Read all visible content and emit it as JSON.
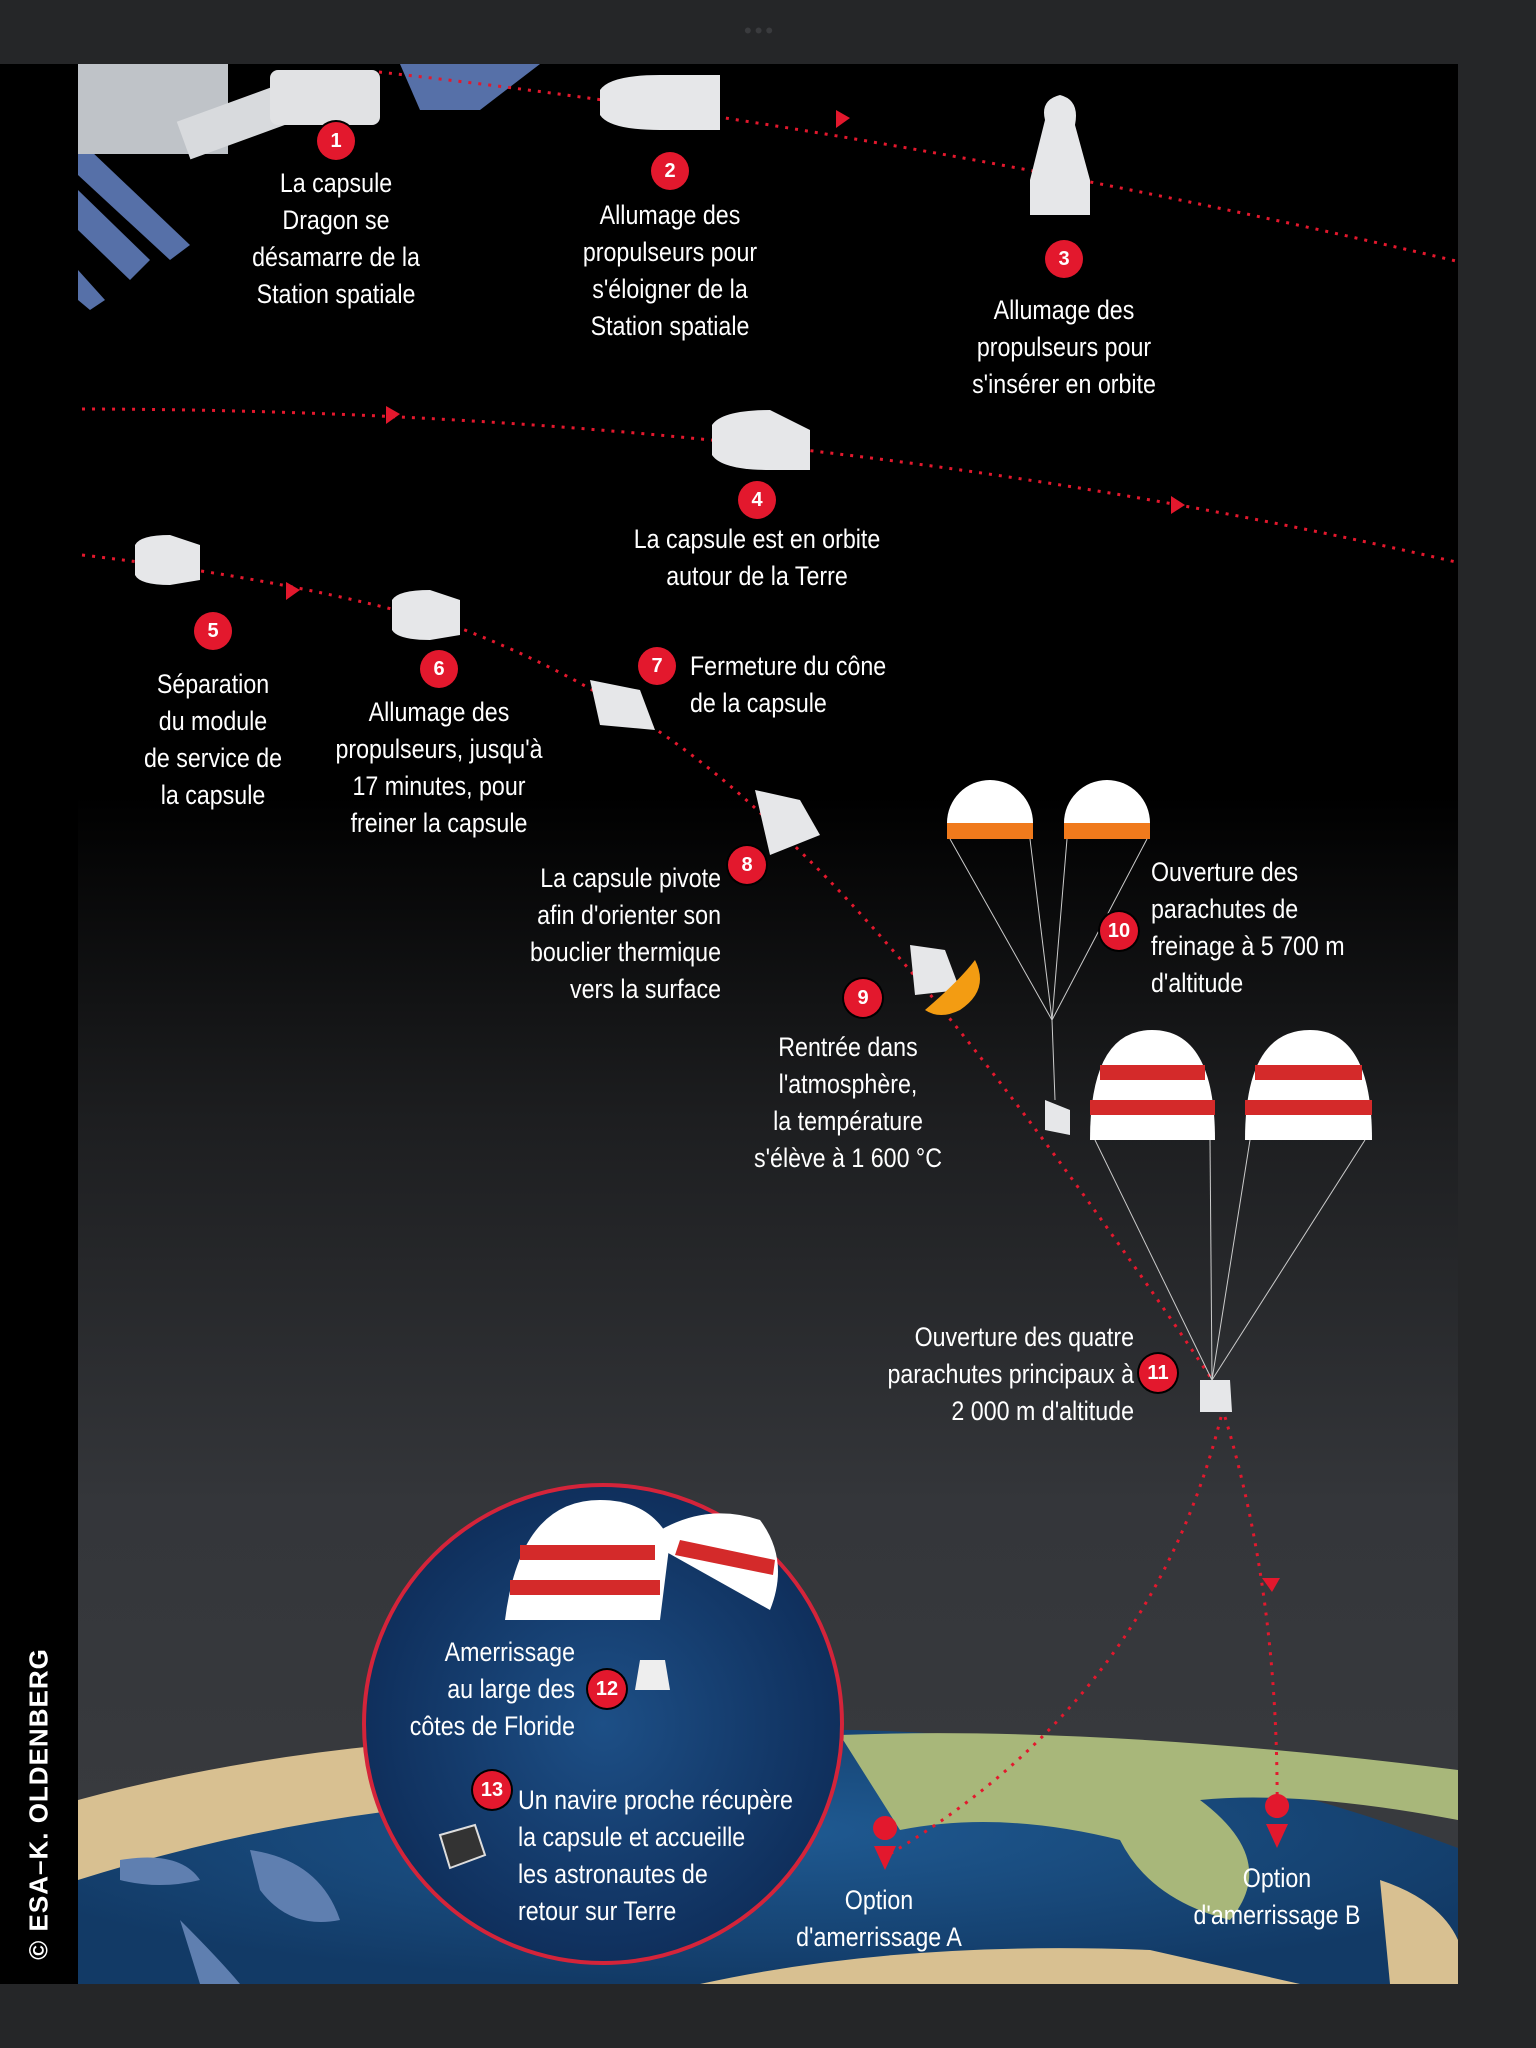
{
  "credit": "© ESA–K. OLDENBERG",
  "colors": {
    "accent": "#e3182d",
    "ocean": "#1d4f82",
    "land": "#a8b77a",
    "sand": "#d8c091"
  },
  "steps": [
    {
      "n": "1",
      "text": "La capsule\nDragon se\ndésamarre de la\nStation spatiale"
    },
    {
      "n": "2",
      "text": "Allumage des\npropulseurs pour\ns'éloigner de la\nStation spatiale"
    },
    {
      "n": "3",
      "text": "Allumage des\npropulseurs pour\ns'insérer en orbite"
    },
    {
      "n": "4",
      "text": "La capsule est en orbite\nautour de la Terre"
    },
    {
      "n": "5",
      "text": "Séparation\ndu module\nde service de\nla capsule"
    },
    {
      "n": "6",
      "text": "Allumage des\npropulseurs, jusqu'à\n17 minutes, pour\nfreiner la capsule"
    },
    {
      "n": "7",
      "text": "Fermeture du cône\nde la capsule"
    },
    {
      "n": "8",
      "text": "La capsule pivote\nafin d'orienter son\nbouclier thermique\nvers la surface"
    },
    {
      "n": "9",
      "text": "Rentrée dans\nl'atmosphère,\nla température\ns'élève à 1 600 °C"
    },
    {
      "n": "10",
      "text": "Ouverture des\nparachutes de\nfreinage à 5 700 m\nd'altitude"
    },
    {
      "n": "11",
      "text": "Ouverture des quatre\nparachutes principaux à\n2 000 m d'altitude"
    },
    {
      "n": "12",
      "text": "Amerrissage\nau large des\ncôtes de Floride"
    },
    {
      "n": "13",
      "text": "Un navire proche récupère\nla capsule et accueille\nles astronautes de\nretour sur Terre"
    }
  ],
  "options": {
    "a": "Option\nd'amerrissage A",
    "b": "Option\nd'amerrissage B"
  }
}
